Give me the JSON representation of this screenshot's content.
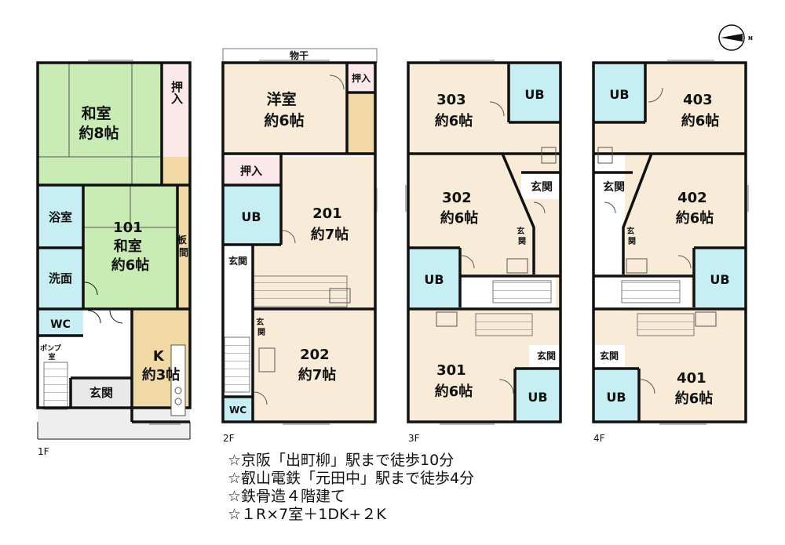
{
  "floors": {
    "f1": {
      "label": "1F",
      "rooms": {
        "washitsu8": [
          "和室",
          "約8帖"
        ],
        "oshiire": "押入",
        "yokushitsu": "浴室",
        "room101": [
          "101",
          "和室",
          "約6帖"
        ],
        "itama": [
          "板",
          "間"
        ],
        "senmen": "洗面",
        "wc": "WC",
        "pump": [
          "ポンプ",
          "室"
        ],
        "kitchen": [
          "K",
          "約3帖"
        ],
        "genkan": "玄関"
      }
    },
    "f2": {
      "label": "2F",
      "rooms": {
        "monohoshi": "物干",
        "yoshitsu": [
          "洋室",
          "約6帖"
        ],
        "oshiire_top": "押入",
        "oshiire_mid": "押入",
        "ub": "UB",
        "room201": [
          "201",
          "約7帖"
        ],
        "genkan": "玄関",
        "genkan_v": [
          "玄",
          "関"
        ],
        "room202": [
          "202",
          "約7帖"
        ],
        "wc": "WC"
      }
    },
    "f3": {
      "label": "3F",
      "rooms": {
        "room303": [
          "303",
          "約6帖"
        ],
        "ub303": "UB",
        "genkan_top": "玄関",
        "room302": [
          "302",
          "約6帖"
        ],
        "genkan_v": [
          "玄",
          "関"
        ],
        "ub302": "UB",
        "genkan_bottom": "玄関",
        "room301": [
          "301",
          "約6帖"
        ],
        "ub301": "UB"
      }
    },
    "f4": {
      "label": "4F",
      "rooms": {
        "ub403": "UB",
        "room403": [
          "403",
          "約6帖"
        ],
        "genkan_top": "玄関",
        "room402": [
          "402",
          "約6帖"
        ],
        "genkan_v": [
          "玄",
          "関"
        ],
        "ub402": "UB",
        "genkan_bottom": "玄関",
        "ub401": "UB",
        "room401": [
          "401",
          "約6帖"
        ]
      }
    }
  },
  "compass": {
    "label": "N"
  },
  "notes": [
    "☆京阪「出町柳」駅まで徒歩10分",
    "☆叡山電鉄「元田中」駅まで徒歩4分",
    "☆鉄骨造４階建て",
    "☆１R×7室＋1DK+２K"
  ],
  "colors": {
    "tatami": "#c9ecb4",
    "western": "#f8ecd8",
    "bath": "#c7eef3",
    "closet": "#fbe9ea",
    "wood": "#f0d9a4",
    "hall": "#ffffff",
    "wall": "#111111"
  }
}
